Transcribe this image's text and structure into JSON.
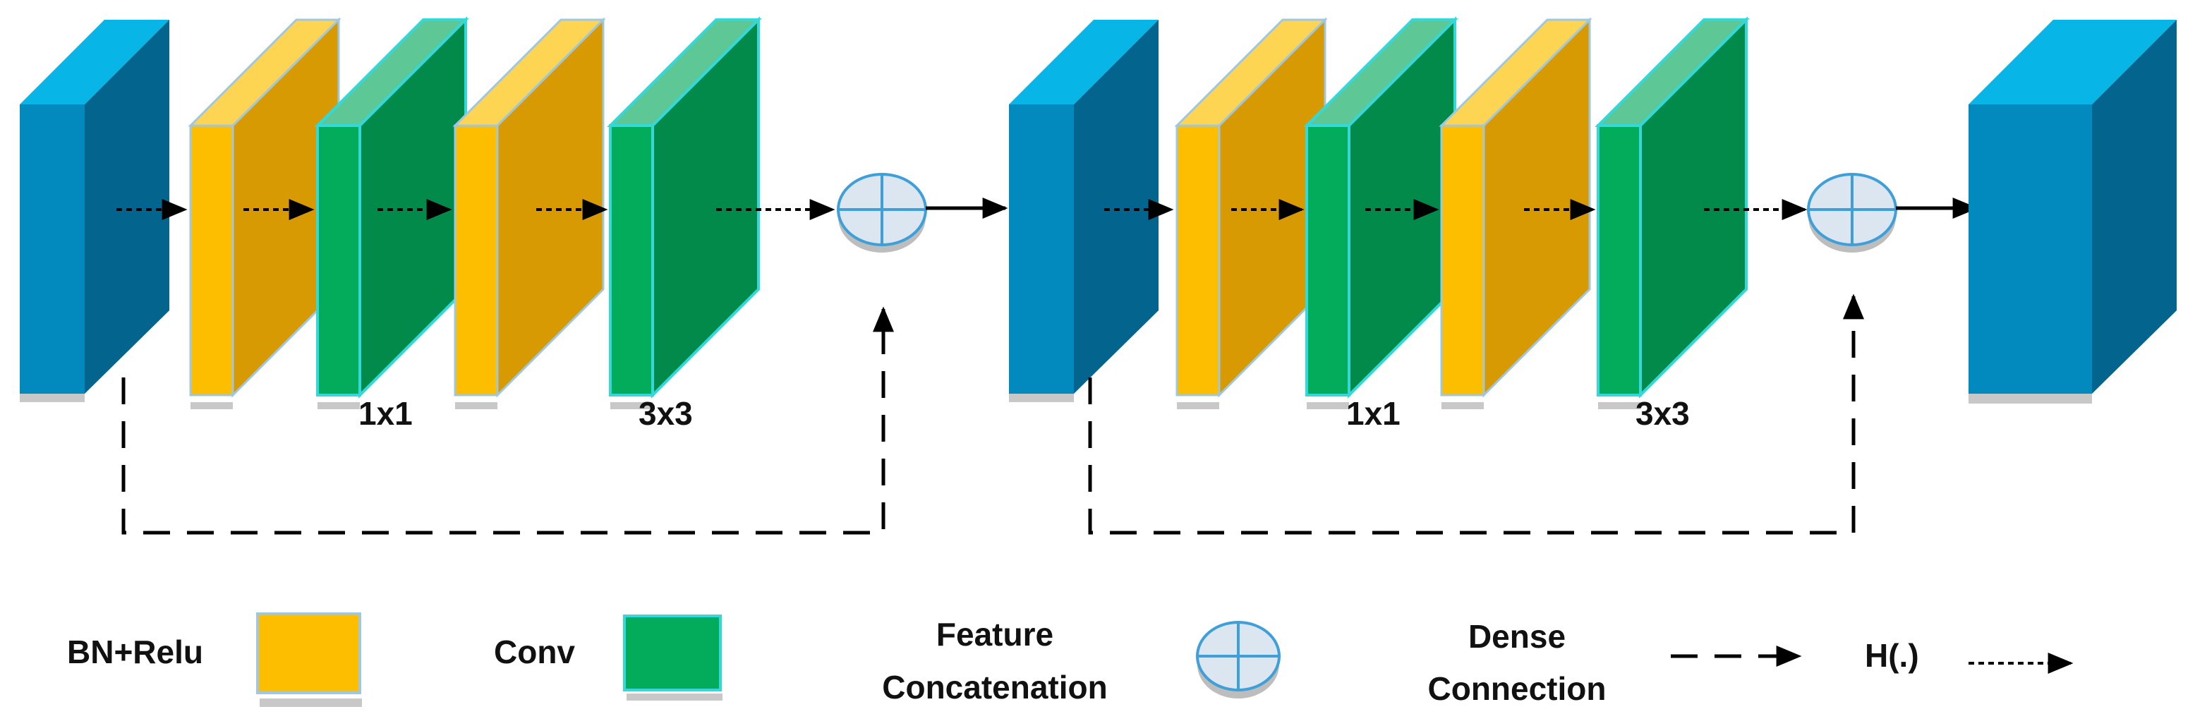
{
  "colors": {
    "blue_front": "#0289BD",
    "blue_side": "#03648D",
    "blue_top": "#07B5E6",
    "yellow_front": "#FDBE00",
    "yellow_side": "#D89A02",
    "yellow_top": "#FDD553",
    "green_front": "#03AC5A",
    "green_side": "#028A4A",
    "green_top": "#5EC796",
    "green_edge": "#35D8D8",
    "block_edge": "#9FC7E0",
    "concat_fill": "#DCE6F1",
    "concat_stroke": "#3F9FD8"
  },
  "blocks": [
    {
      "kind_labels": [
        "1x1",
        "3x3"
      ]
    },
    {
      "kind_labels": [
        "1x1",
        "3x3"
      ]
    }
  ],
  "legend": {
    "bn_relu": "BN+Relu",
    "conv": "Conv",
    "feature_line1": "Feature",
    "feature_line2": "Concatenation",
    "dense_line1": "Dense",
    "dense_line2": "Connection",
    "h": "H(.)"
  }
}
